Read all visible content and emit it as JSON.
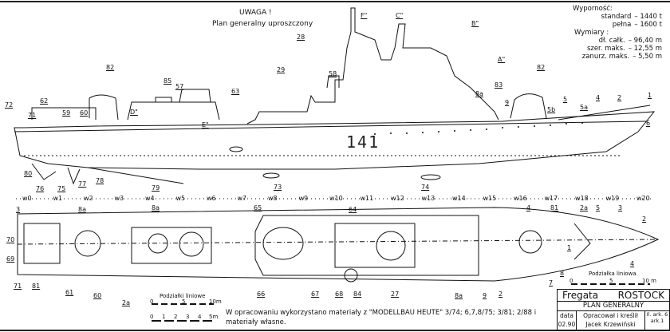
{
  "header": {
    "warning": "UWAGA !",
    "subtitle": "Plan generalny uproszczony"
  },
  "specs": {
    "displacement_title": "Wyporność:",
    "standard_label": "standard",
    "standard_value": "– 1440 t",
    "full_label": "pełna",
    "full_value": "– 1600 t",
    "dimensions_title": "Wymiary :",
    "length_label": "dł. całk.",
    "length_value": "– 96,40 m",
    "beam_label": "szer. maks.",
    "beam_value": "– 12,55 m",
    "draft_label": "zanurz. maks.",
    "draft_value": "– 5,50 m"
  },
  "hull_number": "141",
  "side_callouts": [
    "72",
    "62",
    "71",
    "59",
    "60",
    "82",
    "85",
    "57",
    "D\"",
    "E\"",
    "63",
    "29",
    "28",
    "58",
    "F\"",
    "C\"",
    "B\"",
    "A\"",
    "8a",
    "83",
    "9",
    "82",
    "5b",
    "5",
    "5a",
    "4",
    "2",
    "1",
    "6",
    "80",
    "76",
    "75",
    "77",
    "78",
    "79",
    "73",
    "74"
  ],
  "stations": [
    "w0",
    "w1",
    "w2",
    "w3",
    "w4",
    "w5",
    "w6",
    "w7",
    "w8",
    "w9",
    "w10",
    "w11",
    "w12",
    "w13",
    "w14",
    "w15",
    "w16",
    "w17",
    "w18",
    "w19",
    "w20"
  ],
  "plan_callouts": [
    "3",
    "8a",
    "8a",
    "65",
    "64",
    "4",
    "81",
    "2a",
    "5",
    "3",
    "2",
    "70",
    "69",
    "71",
    "81",
    "61",
    "60",
    "2a",
    "66",
    "67",
    "68",
    "84",
    "27",
    "8a",
    "9",
    "2",
    "7",
    "8",
    "4",
    "1"
  ],
  "scale_small": {
    "title": "Podziałka liniowa",
    "ticks": [
      "0",
      "5",
      "10 m"
    ]
  },
  "scale_bottom": {
    "title": "Podziałki liniowe",
    "ticks_top": [
      "0",
      "5",
      "10m"
    ],
    "ticks_bottom": [
      "0",
      "1",
      "2",
      "3",
      "4",
      "5m"
    ]
  },
  "note": "W opracowaniu wykorzystano materiały z \"MODELLBAU HEUTE\" 3/74; 6,7,8/75; 3/81; 2/88 i materiały własne.",
  "title_block": {
    "ship_type": "Fregata",
    "ship_name": "ROSTOCK",
    "drawing": "PLAN GENERALNY",
    "date_label": "data",
    "date_value": "02.90",
    "author_label": "Opracował i kreślił",
    "author": "Jacek Krzewiński",
    "sheets_label": "Il. ark. 6",
    "sheet": "ark.1"
  }
}
